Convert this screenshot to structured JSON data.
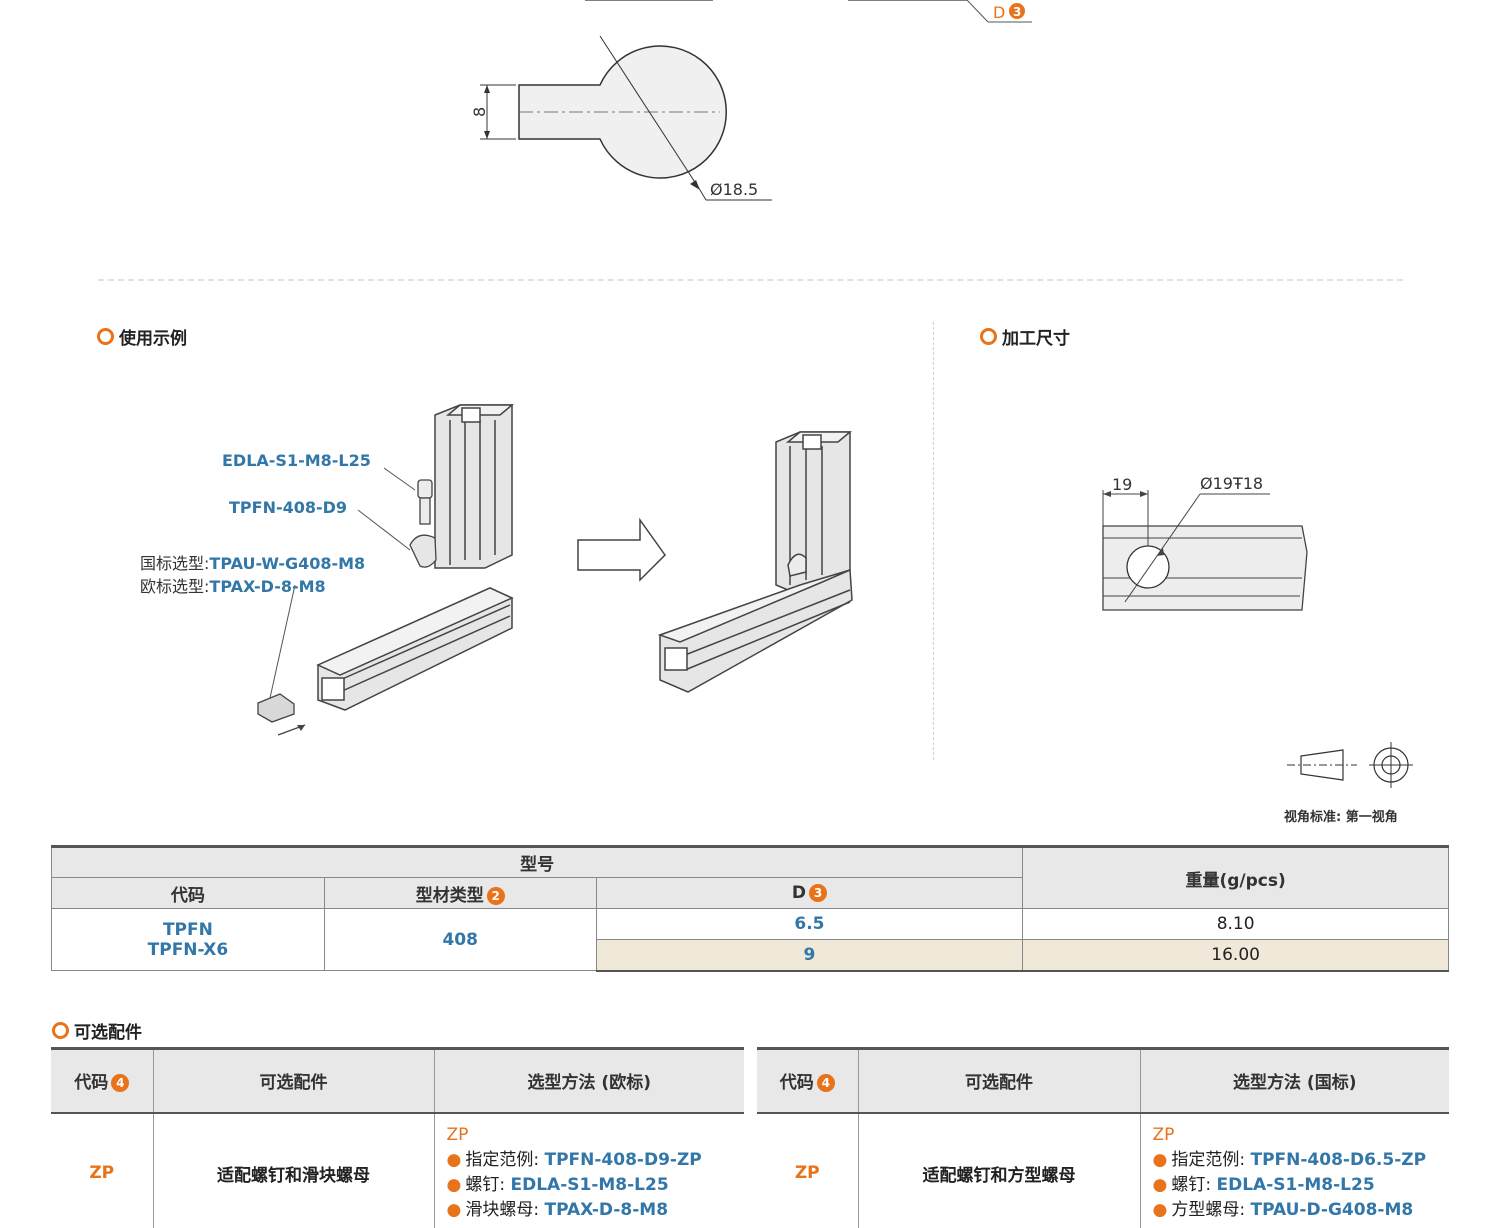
{
  "top_drawing": {
    "label_d": "D",
    "label_d_badge": "3",
    "dim_height": "8",
    "dim_diameter": "Ø18.5"
  },
  "usage": {
    "title": "使用示例",
    "callouts": {
      "bolt": "EDLA-S1-M8-L25",
      "nut": "TPFN-408-D9",
      "gb_prefix": "国标选型:",
      "gb_value": "TPAU-W-G408-M8",
      "eu_prefix": "欧标选型:",
      "eu_value": "TPAX-D-8-M8"
    }
  },
  "machining": {
    "title": "加工尺寸",
    "dim_offset": "19",
    "dim_hole": "Ø19Ŧ18"
  },
  "view_standard": "视角标准: 第一视角",
  "spec_table": {
    "header_model": "型号",
    "header_code": "代码",
    "header_profile": "型材类型",
    "header_profile_badge": "2",
    "header_d": "D",
    "header_d_badge": "3",
    "header_weight": "重量(g/pcs)",
    "code_1": "TPFN",
    "code_2": "TPFN-X6",
    "profile": "408",
    "rows": [
      {
        "d": "6.5",
        "weight": "8.10"
      },
      {
        "d": "9",
        "weight": "16.00"
      }
    ]
  },
  "accessories": {
    "title": "可选配件",
    "left": {
      "h_code": "代码",
      "h_code_badge": "4",
      "h_acc": "可选配件",
      "h_method": "选型方法 (欧标)",
      "code": "ZP",
      "acc": "适配螺钉和滑块螺母",
      "m_code": "ZP",
      "m1_label": "指定范例:",
      "m1_value": "TPFN-408-D9-ZP",
      "m2_label": "螺钉:",
      "m2_value": "EDLA-S1-M8-L25",
      "m3_label": "滑块螺母:",
      "m3_value": "TPAX-D-8-M8"
    },
    "right": {
      "h_code": "代码",
      "h_code_badge": "4",
      "h_acc": "可选配件",
      "h_method": "选型方法 (国标)",
      "code": "ZP",
      "acc": "适配螺钉和方型螺母",
      "m_code": "ZP",
      "m1_label": "指定范例:",
      "m1_value": "TPFN-408-D6.5-ZP",
      "m2_label": "螺钉:",
      "m2_value": "EDLA-S1-M8-L25",
      "m3_label": "方型螺母:",
      "m3_value": "TPAU-D-G408-M8"
    }
  }
}
